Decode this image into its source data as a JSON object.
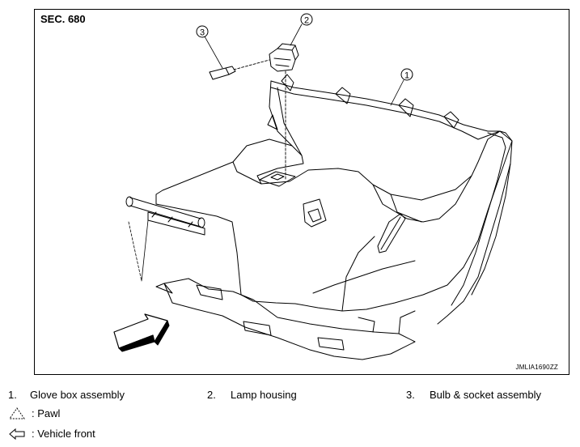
{
  "figure": {
    "section_label": "SEC. 680",
    "figure_id": "JMLIA1690ZZ",
    "callouts": [
      "1",
      "2",
      "3"
    ]
  },
  "legend": [
    {
      "number": "1.",
      "label": "Glove box assembly"
    },
    {
      "number": "2.",
      "label": "Lamp housing"
    },
    {
      "number": "3.",
      "label": "Bulb & socket assembly"
    }
  ],
  "symbols": [
    {
      "icon": "pawl-triangle-icon",
      "label": ": Pawl"
    },
    {
      "icon": "vehicle-front-arrow-icon",
      "label": ": Vehicle front"
    }
  ]
}
